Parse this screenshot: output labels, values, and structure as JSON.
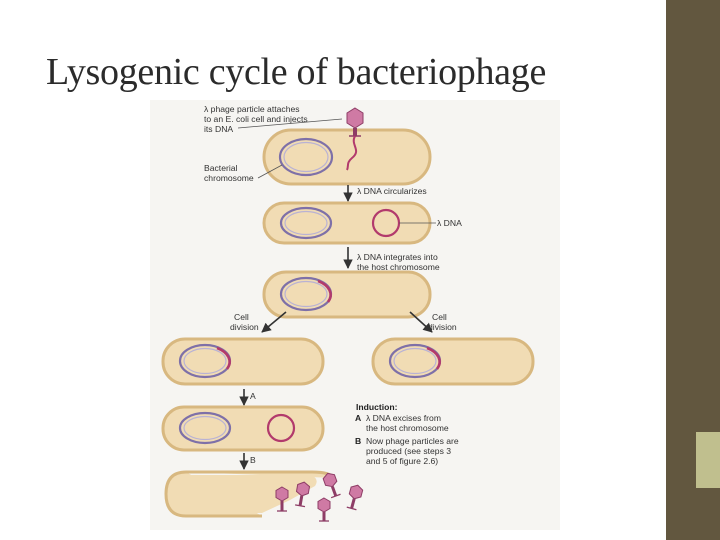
{
  "slide": {
    "title": "Lysogenic cycle of bacteriophage"
  },
  "diagram": {
    "labels": {
      "attach_1": "λ phage particle attaches",
      "attach_2": "to an E. coli cell and injects",
      "attach_3": "its DNA",
      "bacterial_1": "Bacterial",
      "bacterial_2": "chromosome",
      "circularizes": "λ DNA circularizes",
      "lambda_dna": "λ DNA",
      "integrates_1": "λ DNA integrates into",
      "integrates_2": "the host chromosome",
      "cell_division_1": "Cell",
      "cell_division_2": "division",
      "step_a": "A",
      "step_b": "B",
      "induction": "Induction:",
      "induction_a_1": "λ DNA excises from",
      "induction_a_2": "the host chromosome",
      "induction_b_1": "Now phage particles are",
      "induction_b_2": "produced (see steps 3",
      "induction_b_3": "and 5 of figure 2.6)"
    },
    "colors": {
      "cell_fill": "#f1dcb4",
      "cell_border": "#d8b880",
      "chromosome": "#7e70a8",
      "phage_dna": "#b23a6c",
      "phage_head": "#cf7aa4",
      "arrow": "#333333"
    }
  }
}
